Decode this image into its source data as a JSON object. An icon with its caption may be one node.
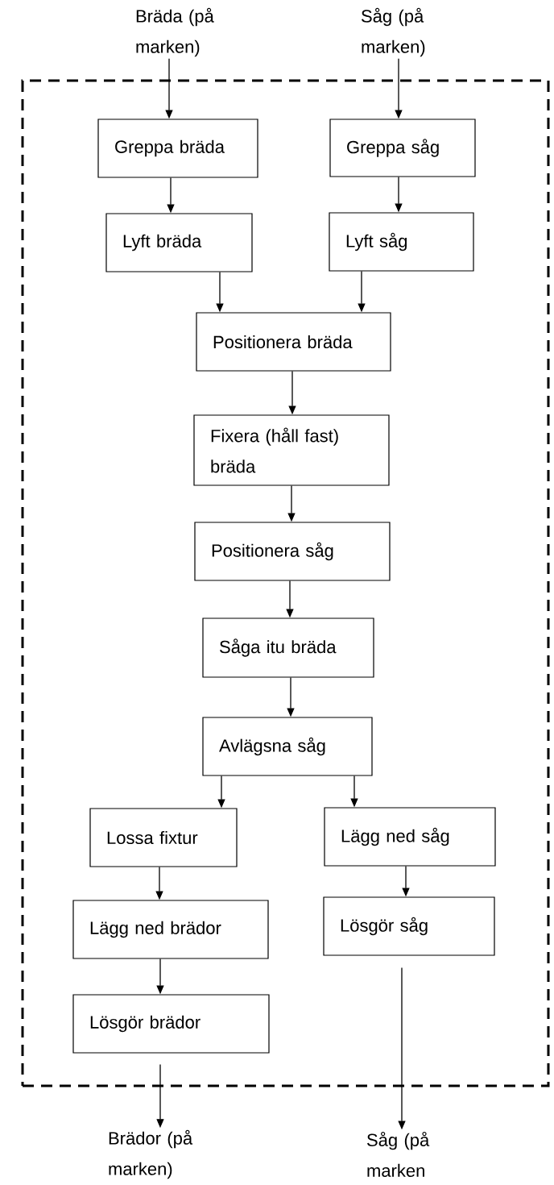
{
  "diagram": {
    "nodes": [
      {
        "text": [
          "Bräda (på marken)"
        ]
      },
      {
        "text": [
          "Såg (på marken)"
        ]
      },
      {
        "text": [],
        "shape": "box"
      },
      {
        "text": [
          "Greppa bräda"
        ],
        "in": 2
      },
      {
        "text": [
          "Greppa såg"
        ],
        "in": 2
      },
      {
        "text": [
          "Lyft bräda"
        ],
        "in": 2
      },
      {
        "text": [
          "Lyft såg"
        ],
        "in": 2
      },
      {
        "text": [
          "Positionera bräda"
        ],
        "in": 2
      },
      {
        "text": [
          "Fixera (håll fast) bräda"
        ],
        "in": 2
      },
      {
        "text": [
          "Positionera såg"
        ],
        "in": 2
      },
      {
        "text": [
          "Såga itu bräda"
        ],
        "in": 2
      },
      {
        "text": [
          "Avlägsna såg"
        ],
        "in": 2
      },
      {
        "text": [
          "Lossa fixtur"
        ],
        "in": 2
      },
      {
        "text": [
          "Lägg ned såg"
        ],
        "in": 2
      },
      {
        "text": [
          "Lägg ned brädor"
        ],
        "in": 2
      },
      {
        "text": [
          "Lösgör såg"
        ],
        "in": 2
      },
      {
        "text": [
          "Lösgör brädor"
        ],
        "in": 2
      },
      {
        "text": [
          "Brädor (på marken)"
        ]
      },
      {
        "text": [
          "Såg (på marken"
        ]
      }
    ],
    "edges": [
      {
        "from": 0,
        "to": 3,
        "arrow": "to"
      },
      {
        "from": 1,
        "to": 4,
        "arrow": "to"
      },
      {
        "from": 3,
        "to": 5,
        "arrow": "to"
      },
      {
        "from": 4,
        "to": 6,
        "arrow": "to"
      },
      {
        "from": 5,
        "to": 7,
        "arrow": "to"
      },
      {
        "from": 6,
        "to": 7,
        "arrow": "to"
      },
      {
        "from": 7,
        "to": 8,
        "arrow": "to"
      },
      {
        "from": 8,
        "to": 9,
        "arrow": "to"
      },
      {
        "from": 9,
        "to": 10,
        "arrow": "to"
      },
      {
        "from": 10,
        "to": 11,
        "arrow": "to"
      },
      {
        "from": 11,
        "to": 12,
        "arrow": "to"
      },
      {
        "from": 11,
        "to": 13,
        "arrow": "to"
      },
      {
        "from": 12,
        "to": 14,
        "arrow": "to"
      },
      {
        "from": 13,
        "to": 15,
        "arrow": "to"
      },
      {
        "from": 14,
        "to": 16,
        "arrow": "to"
      },
      {
        "from": 16,
        "to": 17,
        "arrow": "to"
      },
      {
        "from": 15,
        "to": 18,
        "arrow": "to"
      }
    ]
  }
}
